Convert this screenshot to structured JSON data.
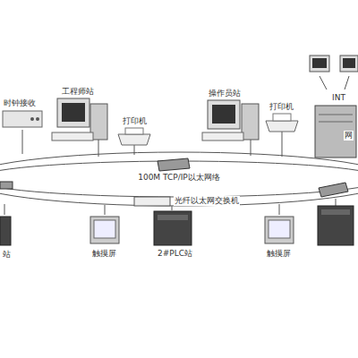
{
  "diagram": {
    "labels": [
      "时钟接收",
      "工程师站",
      "打印机",
      "操作员站",
      "打印机",
      "INT",
      "网",
      "100M TCP/IP以太网络",
      "光纤以太网交换机",
      "站",
      "触摸屏",
      "2#PLC站",
      "触摸屏"
    ]
  }
}
